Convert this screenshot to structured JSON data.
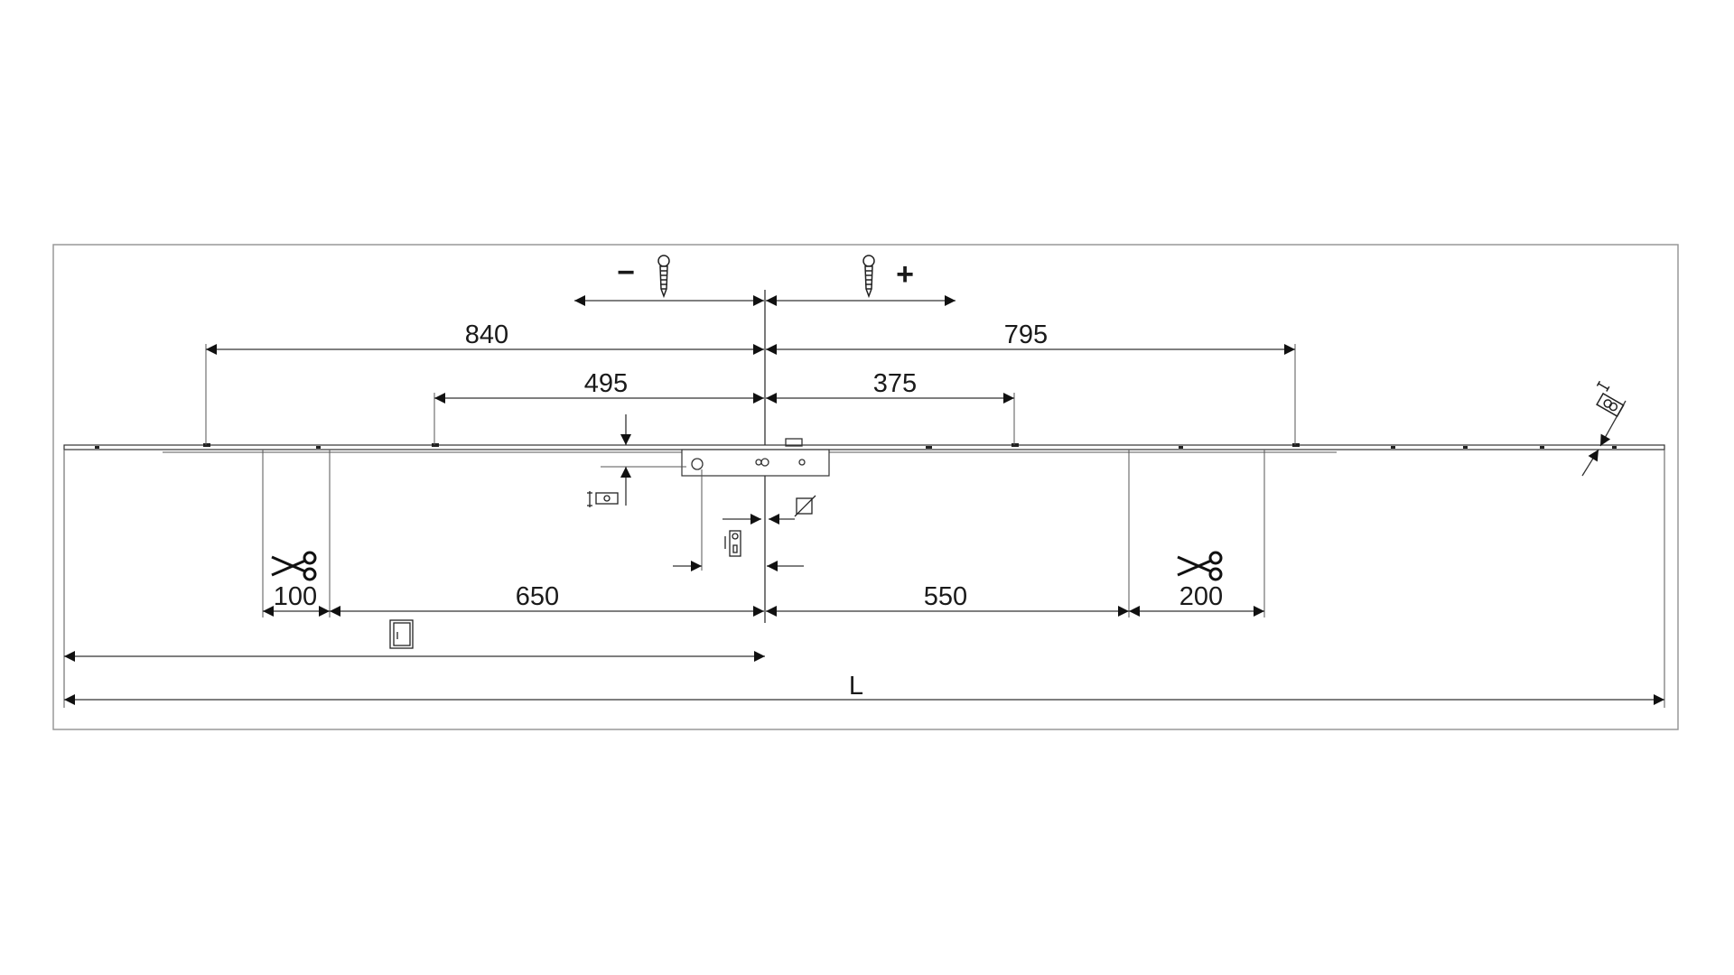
{
  "drawing": {
    "adjust_minus": "−",
    "adjust_plus": "+",
    "dimensions": {
      "top_left": "840",
      "top_right": "795",
      "mid_left": "495",
      "mid_right": "375",
      "cut_left": "100",
      "lower_left": "650",
      "lower_right": "550",
      "cut_right": "200",
      "total": "L"
    },
    "icons": [
      "screw-icon",
      "scissors-icon",
      "backset-icon",
      "square-spindle-icon",
      "keeper-icon",
      "tilt-icon"
    ]
  }
}
